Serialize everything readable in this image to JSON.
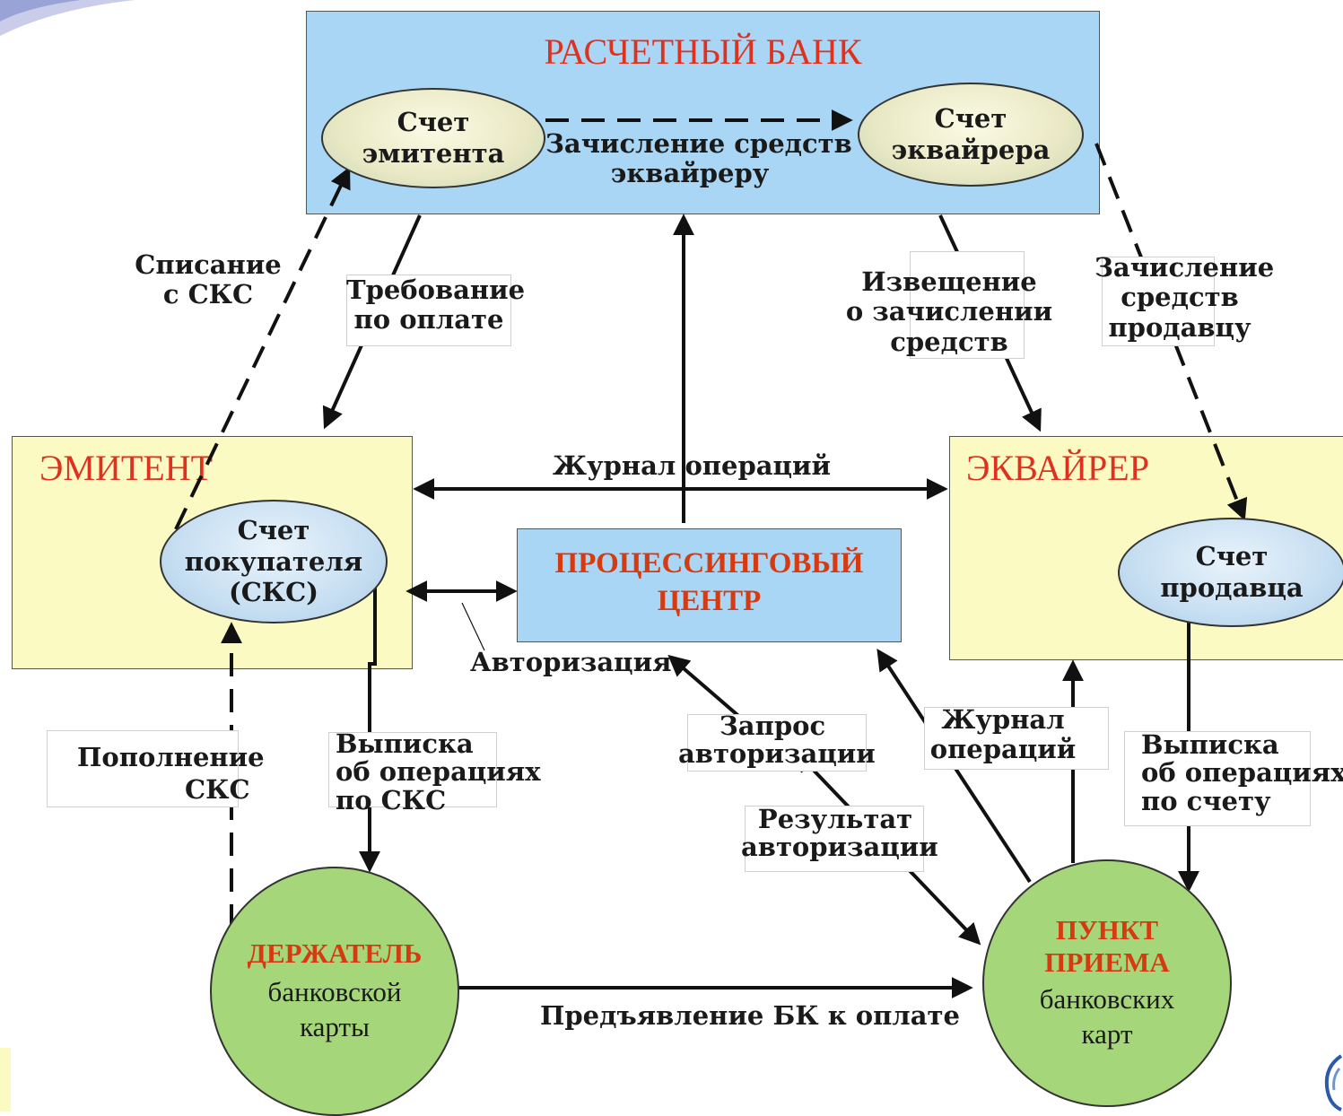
{
  "bank": {
    "title": "РАСЧЕТНЫЙ БАНК",
    "issuer_account": [
      "Счет",
      "эмитента"
    ],
    "acquirer_account": [
      "Счет",
      "эквайрера"
    ],
    "transfer": [
      "Зачисление средств",
      "эквайреру"
    ]
  },
  "issuer": {
    "title": "ЭМИТЕНТ",
    "buyer_account": [
      "Счет",
      "покупателя",
      "(СКС)"
    ]
  },
  "acquirer": {
    "title": "ЭКВАЙРЕР",
    "seller_account": [
      "Счет",
      "продавца"
    ]
  },
  "processing": {
    "title": [
      "ПРОЦЕССИНГОВЫЙ",
      "ЦЕНТР"
    ]
  },
  "holder": {
    "title": "ДЕРЖАТЕЛЬ",
    "sub": [
      "банковской",
      "карты"
    ]
  },
  "point": {
    "title": [
      "ПУНКТ",
      "ПРИЕМА"
    ],
    "sub": [
      "банковских",
      "карт"
    ]
  },
  "labels": {
    "writeoff": [
      "Списание",
      "с СКС"
    ],
    "payment_request": [
      "Требование",
      "по оплате"
    ],
    "notice": [
      "Извещение",
      "о   зачислении",
      "средств"
    ],
    "credit_seller": [
      "Зачисление",
      "средств",
      "продавцу"
    ],
    "journal_top": "Журнал   операций",
    "authorization": "Авторизация",
    "topup": [
      "Пополнение",
      "СКС"
    ],
    "statement_sks": [
      "Выписка",
      "об операциях",
      "по СКС"
    ],
    "auth_request": [
      "Запрос",
      "авторизации"
    ],
    "auth_result": [
      "Результат",
      "авторизации"
    ],
    "journal_bottom": [
      "Журнал",
      "операций"
    ],
    "statement_account": [
      "Выписка",
      "об операциях",
      "по счету"
    ],
    "present_card": "Предъявление БК к оплате"
  },
  "colors": {
    "bank_bg": "#a9d6f5",
    "party_bg": "#fbfac3",
    "circle_bg": "#a6d67a",
    "title_red": "#e0301e"
  }
}
